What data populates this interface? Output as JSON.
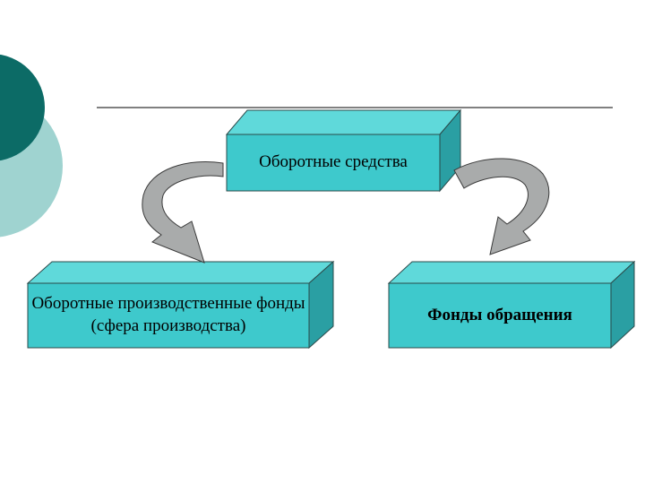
{
  "colors": {
    "box_front": "#3ec9cc",
    "box_top": "#5fd9da",
    "box_side": "#2a9fa3",
    "box_edge": "#2b4a4a",
    "arrow_fill": "#a9abab",
    "decor_dark": "#0c6b66",
    "decor_light": "#9fd3d0",
    "rule_line": "#000000"
  },
  "nodes": {
    "top": {
      "label": "Оборотные средства"
    },
    "left": {
      "label": "Оборотные производственные фонды (сфера производства)"
    },
    "right": {
      "label": "Фонды обращения"
    }
  },
  "edges": [
    {
      "from": "top",
      "to": "left",
      "style": "curved-arrow"
    },
    {
      "from": "top",
      "to": "right",
      "style": "curved-arrow"
    }
  ]
}
